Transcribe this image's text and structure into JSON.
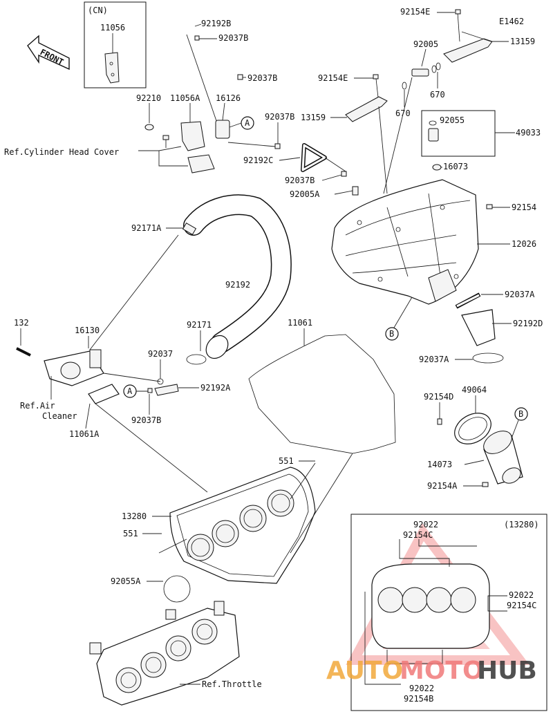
{
  "diagram_code": "E1462",
  "inset_cn": {
    "tag": "(CN)",
    "part": "11056"
  },
  "inset_13280": {
    "tag": "(13280)",
    "top_a": "92022",
    "top_b": "92154C",
    "right_a": "92022",
    "right_b": "92154C",
    "bottom_a": "92022",
    "bottom_b": "92154B"
  },
  "front_label": "FRONT",
  "callouts": {
    "a": "A",
    "b": "B"
  },
  "labels": {
    "p92192B": "92192B",
    "p92037B_1": "92037B",
    "p92037B_2": "92037B",
    "p92210": "92210",
    "p11056A": "11056A",
    "p16126": "16126",
    "p92037B_3": "92037B",
    "ref_cyl": "Ref.Cylinder Head Cover",
    "p92192C": "92192C",
    "p92037B_4": "92037B",
    "p92005A": "92005A",
    "p92154E_1": "92154E",
    "p13159_1": "13159",
    "p92154E_2": "92154E",
    "p92005": "92005",
    "p13159_2": "13159",
    "p670_1": "670",
    "p670_2": "670",
    "p92055": "92055",
    "p49033": "49033",
    "p16073": "16073",
    "p92154": "92154",
    "p12026": "12026",
    "p92037A_1": "92037A",
    "p92192D": "92192D",
    "p92037A_2": "92037A",
    "p92171A": "92171A",
    "p92192": "92192",
    "p92171": "92171",
    "p11061": "11061",
    "p132": "132",
    "p16130": "16130",
    "p92037": "92037",
    "p92192A": "92192A",
    "p92037B_5": "92037B",
    "ref_air_1": "Ref.Air",
    "ref_air_2": "Cleaner",
    "p11061A": "11061A",
    "p92154D": "92154D",
    "p49064": "49064",
    "p14073": "14073",
    "p92154A": "92154A",
    "p551_1": "551",
    "p13280": "13280",
    "p551_2": "551",
    "p92055A": "92055A",
    "ref_throttle": "Ref.Throttle"
  },
  "watermark": {
    "part1": "AUTO",
    "part2": "MOTO",
    "part3": "HUB",
    "color_main": "#f2a93b",
    "color_accent": "#f07a7a",
    "color_dark": "#333333"
  }
}
